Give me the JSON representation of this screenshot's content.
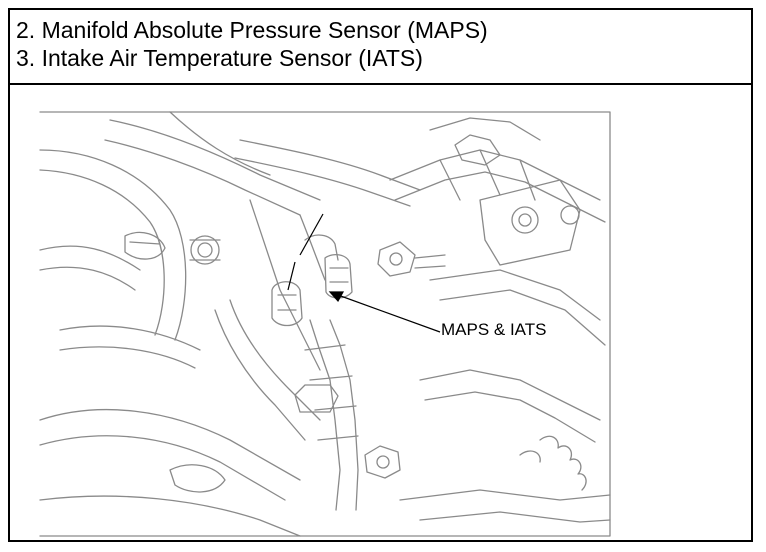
{
  "caption": {
    "line1": "2. Manifold Absolute Pressure Sensor (MAPS)",
    "line2": "3. Intake Air Temperature Sensor (IATS)"
  },
  "diagram": {
    "callout_label": "MAPS & IATS"
  }
}
